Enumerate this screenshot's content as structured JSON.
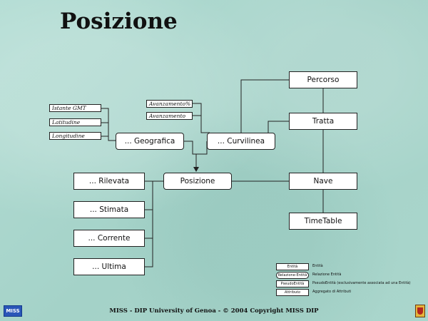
{
  "slide": {
    "title": "Posizione"
  },
  "diagram": {
    "nodes": {
      "percorso": "Percorso",
      "tratta": "Tratta",
      "nave": "Nave",
      "timetable": "TimeTable",
      "posizione": "Posizione",
      "geografica": "... Geografica",
      "curvilinea": "... Curvilinea",
      "rilevata": "... Rilevata",
      "stimata": "... Stimata",
      "corrente": "... Corrente",
      "ultima": "... Ultima"
    },
    "attributes": {
      "istante_gmt": "Istante GMT",
      "latitudine": "Latitudine",
      "longitudine": "Longitudine",
      "avanzamento_pct": "Avanzamento%",
      "avanzamento": "Avanzamento"
    }
  },
  "legend": {
    "entity": {
      "symbol": "Entità",
      "label": "Entità"
    },
    "relation": {
      "symbol": "Relazione-Entità",
      "label": "Relazione Entità"
    },
    "pseudo": {
      "symbol": "PseudoEntità",
      "label": "PseudoEntità (esclusivamente associata ad una Entità)"
    },
    "attributes": {
      "symbol": "Attributo",
      "label": "Aggregato di Attributi"
    }
  },
  "footer": {
    "text": "MISS - DIP University of Genoa  -  © 2004 Copyright MISS DIP",
    "logo_text": "MISS"
  },
  "colors": {
    "background": "#a9d6cd",
    "box_fill": "#ffffff",
    "line": "#222222"
  }
}
